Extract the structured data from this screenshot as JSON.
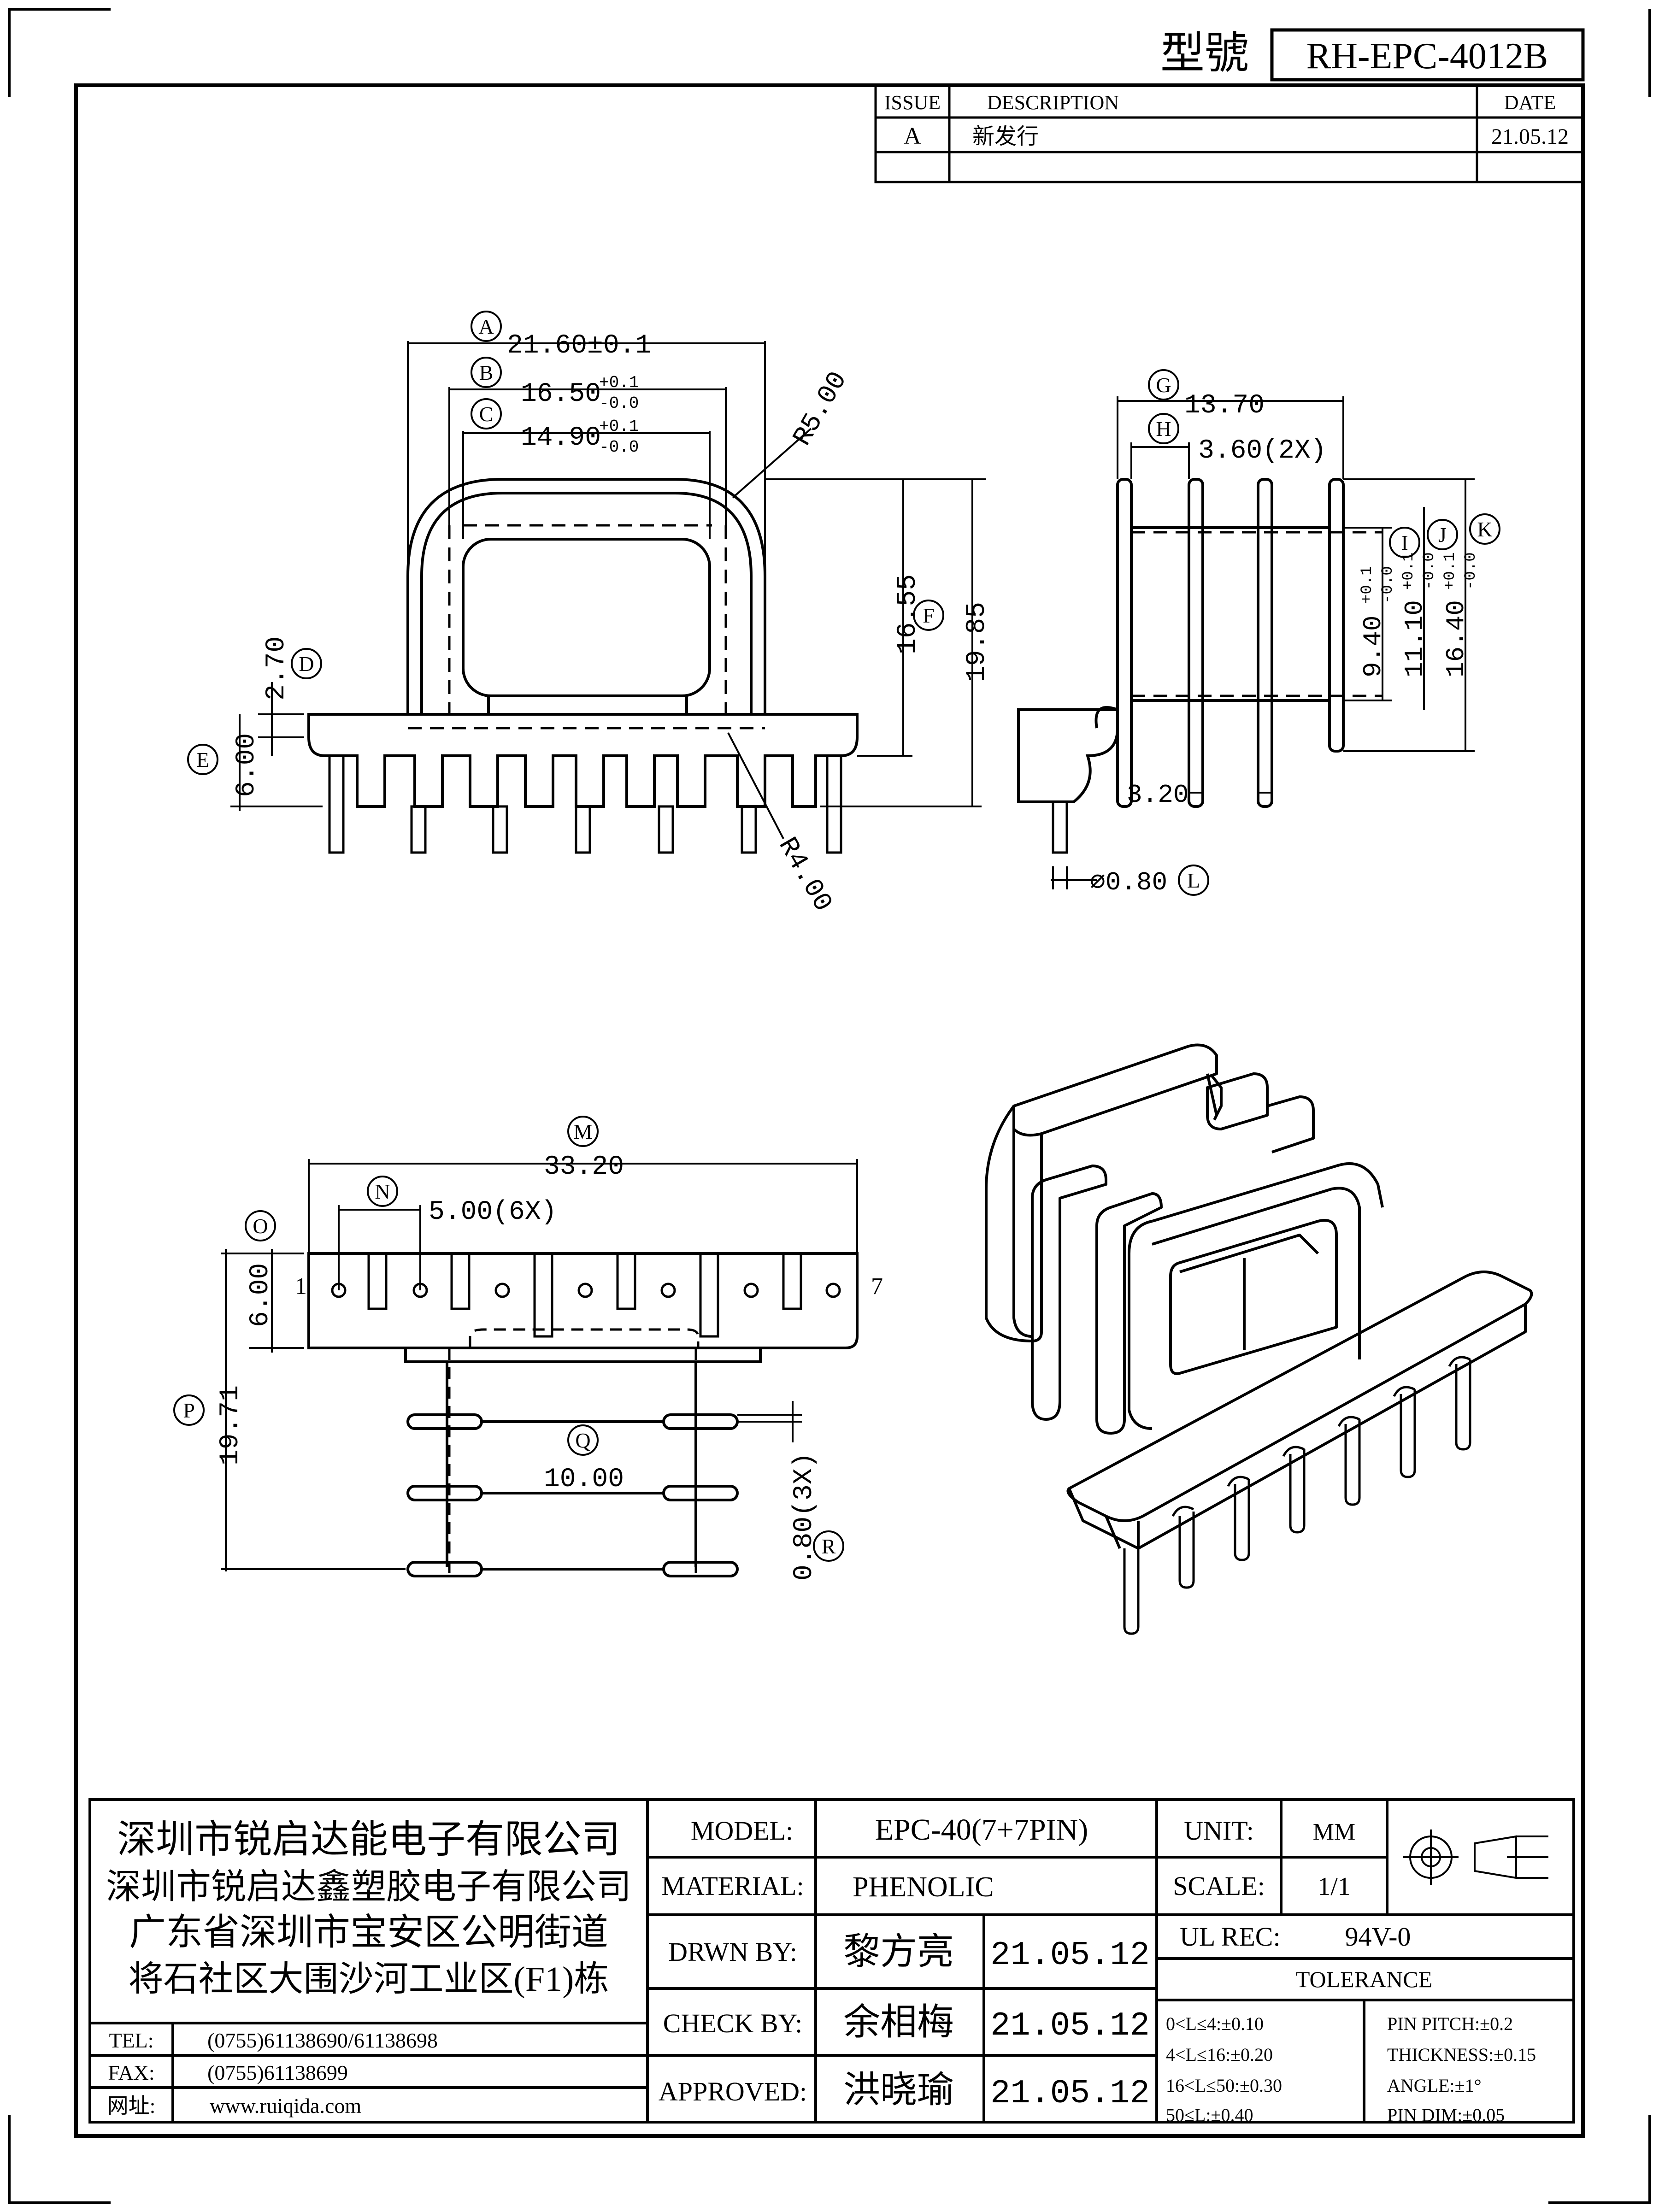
{
  "header": {
    "model_label": "型號",
    "model_value": "RH-EPC-4012B"
  },
  "revision": {
    "col_issue": "ISSUE",
    "col_description": "DESCRIPTION",
    "col_date": "DATE",
    "rows": [
      {
        "issue": "A",
        "description": "新发行",
        "date": "21.05.12"
      }
    ]
  },
  "front_view": {
    "A": "A",
    "A_dim": "21.60±0.1",
    "B": "B",
    "B_dim": "16.50",
    "B_tol_up": "+0.1",
    "B_tol_dn": "-0.0",
    "C": "C",
    "C_dim": "14.90",
    "C_tol_up": "+0.1",
    "C_tol_dn": "-0.0",
    "R_top": "R5.00",
    "R_bottom": "R4.00",
    "D": "D",
    "D_dim": "2.70",
    "E": "E",
    "E_dim": "6.00",
    "F": "F",
    "F_dim1": "16.55",
    "F_dim2": "19.85"
  },
  "side_view": {
    "G": "G",
    "G_dim": "13.70",
    "H": "H",
    "H_dim": "3.60(2X)",
    "I": "I",
    "I_dim": "9.40",
    "I_tol_up": "+0.1",
    "I_tol_dn": "-0.0",
    "J": "J",
    "J_dim": "11.10",
    "J_tol_up": "+0.1",
    "J_tol_dn": "-0.0",
    "K": "K",
    "K_dim": "16.40",
    "K_tol_up": "+0.1",
    "K_tol_dn": "-0.0",
    "gap_dim": "3.20",
    "L": "L",
    "L_dim": "⌀0.80"
  },
  "bottom_view": {
    "M": "M",
    "M_dim": "33.20",
    "N": "N",
    "N_dim": "5.00(6X)",
    "O": "O",
    "O_dim": "6.00",
    "P": "P",
    "P_dim": "19.71",
    "Q": "Q",
    "Q_dim": "10.00",
    "R": "R",
    "R_dim": "0.80(3X)",
    "pin_first": "1",
    "pin_last": "7"
  },
  "company": {
    "lines": [
      "深圳市锐启达能电子有限公司",
      "深圳市锐启达鑫塑胶电子有限公司",
      "广东省深圳市宝安区公明街道",
      "将石社区大围沙河工业区(F1)栋"
    ],
    "tel_label": "TEL:",
    "tel": "(0755)61138690/61138698",
    "fax_label": "FAX:",
    "fax": "(0755)61138699",
    "web_label": "网址:",
    "web": "www.ruiqida.com"
  },
  "titleblock": {
    "model_label": "MODEL:",
    "model": "EPC-40(7+7PIN)",
    "material_label": "MATERIAL:",
    "material": "PHENOLIC",
    "drawn_label": "DRWN BY:",
    "drawn": "黎方亮",
    "drawn_date": "21.05.12",
    "check_label": "CHECK BY:",
    "check": "余相梅",
    "check_date": "21.05.12",
    "approved_label": "APPROVED:",
    "approved": "洪晓瑜",
    "approved_date": "21.05.12",
    "unit_label": "UNIT:",
    "unit": "MM",
    "scale_label": "SCALE:",
    "scale": "1/1",
    "ul_label": "UL REC:",
    "ul": "94V-0",
    "tolerance_label": "TOLERANCE",
    "tol_left": [
      "0<L≤4:±0.10",
      "4<L≤16:±0.20",
      "16<L≤50:±0.30",
      "50≤L:±0.40"
    ],
    "tol_right": [
      "PIN PITCH:±0.2",
      "THICKNESS:±0.15",
      "ANGLE:±1°",
      "PIN DIM:±0.05"
    ]
  }
}
